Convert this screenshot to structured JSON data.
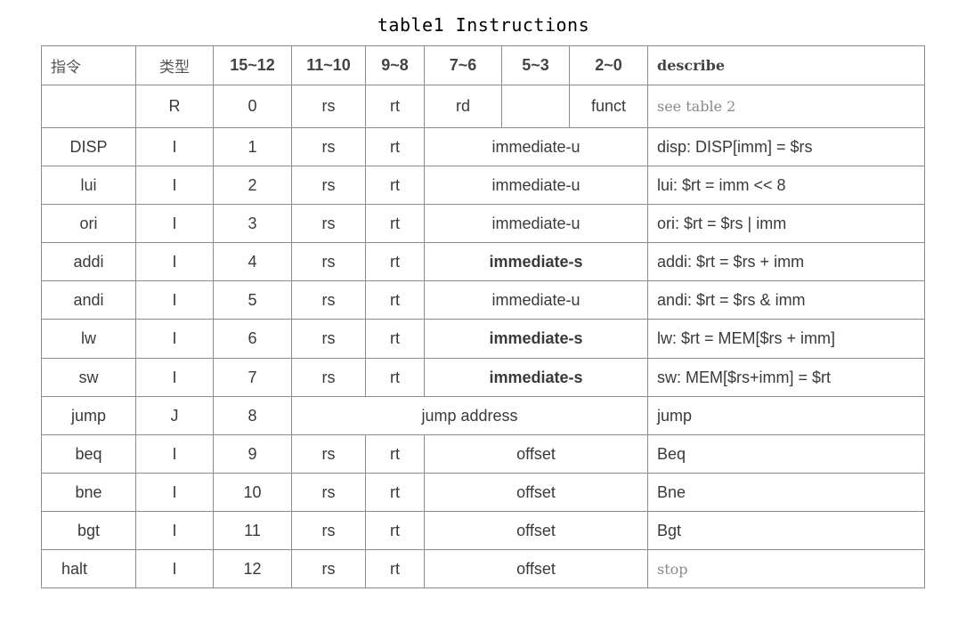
{
  "title": "table1 Instructions",
  "headers": {
    "instr": "指令",
    "type": "类型",
    "b15_12": "15~12",
    "b11_10": "11~10",
    "b9_8": "9~8",
    "b7_6": "7~6",
    "b5_3": "5~3",
    "b2_0": "2~0",
    "describe": "describe"
  },
  "rows": [
    {
      "name": "",
      "type": "R",
      "op": "0",
      "rs": "rs",
      "rt": "rt",
      "rd": "rd",
      "blank": "",
      "funct": "funct",
      "desc": "see table 2"
    },
    {
      "name": "DISP",
      "type": "I",
      "op": "1",
      "rs": "rs",
      "rt": "rt",
      "imm": "immediate-u",
      "desc": "disp: DISP[imm] = $rs"
    },
    {
      "name": "lui",
      "type": "I",
      "op": "2",
      "rs": "rs",
      "rt": "rt",
      "imm": "immediate-u",
      "desc": "lui: $rt = imm << 8"
    },
    {
      "name": "ori",
      "type": "I",
      "op": "3",
      "rs": "rs",
      "rt": "rt",
      "imm": "immediate-u",
      "desc": "ori: $rt = $rs | imm"
    },
    {
      "name": "addi",
      "type": "I",
      "op": "4",
      "rs": "rs",
      "rt": "rt",
      "imm": "immediate-s",
      "desc": "addi: $rt = $rs + imm"
    },
    {
      "name": "andi",
      "type": "I",
      "op": "5",
      "rs": "rs",
      "rt": "rt",
      "imm": "immediate-u",
      "desc": "andi: $rt = $rs & imm"
    },
    {
      "name": "lw",
      "type": "I",
      "op": "6",
      "rs": "rs",
      "rt": "rt",
      "imm": "immediate-s",
      "desc": "lw: $rt = MEM[$rs + imm]"
    },
    {
      "name": "sw",
      "type": "I",
      "op": "7",
      "rs": "rs",
      "rt": "rt",
      "imm": "immediate-s",
      "desc": "sw: MEM[$rs+imm] = $rt"
    },
    {
      "name": "jump",
      "type": "J",
      "op": "8",
      "addr": "jump address",
      "desc": "jump"
    },
    {
      "name": "beq",
      "type": "I",
      "op": "9",
      "rs": "rs",
      "rt": "rt",
      "imm": "offset",
      "desc": "Beq"
    },
    {
      "name": "bne",
      "type": "I",
      "op": "10",
      "rs": "rs",
      "rt": "rt",
      "imm": "offset",
      "desc": "Bne"
    },
    {
      "name": "bgt",
      "type": "I",
      "op": "11",
      "rs": "rs",
      "rt": "rt",
      "imm": "offset",
      "desc": "Bgt"
    },
    {
      "name": "halt",
      "type": "I",
      "op": "12",
      "rs": "rs",
      "rt": "rt",
      "imm": "offset",
      "desc": "stop"
    }
  ]
}
